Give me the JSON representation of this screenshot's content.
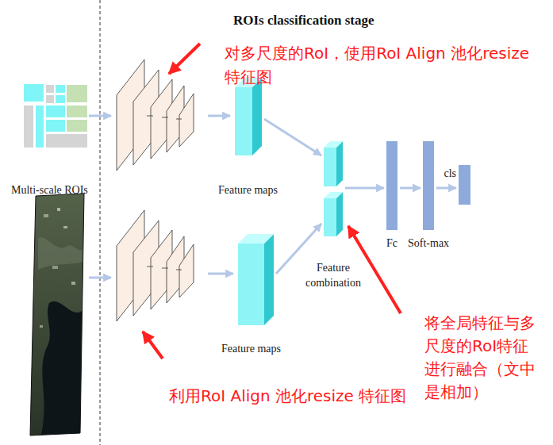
{
  "diagram": {
    "title": "ROIs classification stage",
    "nodes": [
      {
        "text": [
          "Multi-scale ROIs"
        ]
      },
      {
        "text": [
          "Feature maps"
        ]
      },
      {
        "text": [
          "Feature maps"
        ]
      },
      {
        "text": [
          "Feature combination"
        ]
      },
      {
        "text": [
          "Fc"
        ]
      },
      {
        "text": [
          "Soft-max"
        ]
      },
      {
        "text": [
          "cls"
        ]
      }
    ],
    "edges": [
      {
        "from": 1,
        "to": 3,
        "arrow": "to"
      },
      {
        "from": 2,
        "to": 3,
        "arrow": "to"
      },
      {
        "from": 3,
        "to": 4,
        "arrow": "to"
      },
      {
        "from": 4,
        "to": 5,
        "arrow": "to"
      },
      {
        "from": 5,
        "to": 6,
        "arrow": "to"
      }
    ],
    "labels": [
      "对多尺度的RoI，使用RoI Align 池化resize 特征图",
      "将全局特征与多尺度的RoI特征进行融合（文中是相加）",
      "利用RoI Align 池化resize 特征图"
    ]
  }
}
